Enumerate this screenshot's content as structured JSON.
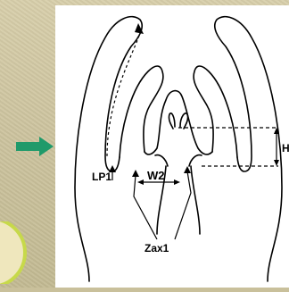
{
  "labels": {
    "lp1": "LP1",
    "w2": "W2",
    "zax1": "Zax1",
    "h": "H"
  },
  "colors": {
    "background": "#c9c09b",
    "panel": "#ffffff",
    "arrow": "#1f9a6a",
    "circle": "#c7d94a"
  }
}
